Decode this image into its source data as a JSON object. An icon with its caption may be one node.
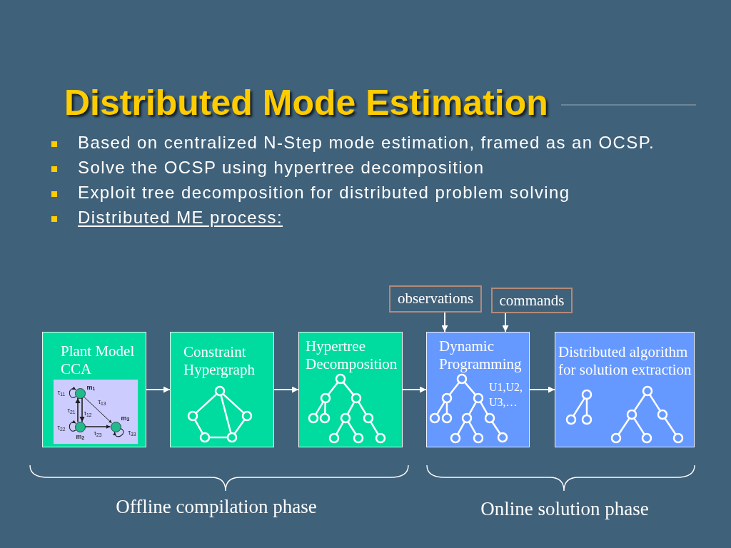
{
  "diagram": {
    "title": "Distributed Mode Estimation",
    "nodes": [
      {
        "text": [
          "Plant Model CCA"
        ]
      },
      {
        "text": [],
        "shape": "circle",
        "beside": [
          "m$_{1}$"
        ],
        "in": 0
      },
      {
        "text": [],
        "shape": "circle",
        "beside": [
          "m$_{2}$"
        ],
        "in": 0
      },
      {
        "text": [],
        "shape": "circle",
        "beside": [
          "m$_{3}$"
        ],
        "in": 0
      },
      {
        "text": [
          "Constraint Hypergraph"
        ]
      },
      {
        "text": [
          "Hypertree Decomposition"
        ]
      },
      {
        "text": [
          "observations"
        ]
      },
      {
        "text": [
          "commands"
        ]
      },
      {
        "text": [
          "Dynamic Programming",
          "U1,U2, U3,…"
        ]
      },
      {
        "text": [
          "Distributed algorithm for solution extraction"
        ]
      }
    ],
    "edges": [
      {
        "from": 1,
        "to": 1,
        "arrow": "to",
        "label": "τ$_{11}$"
      },
      {
        "from": 2,
        "to": 1,
        "arrow": "to",
        "label": "τ$_{21}$"
      },
      {
        "from": 1,
        "to": 2,
        "arrow": "to",
        "label": "τ$_{12}$"
      },
      {
        "from": 1,
        "to": 3,
        "arrow": "to",
        "label": "τ$_{13}$"
      },
      {
        "from": 2,
        "to": 2,
        "arrow": "to",
        "label": "τ$_{22}$"
      },
      {
        "from": 2,
        "to": 3,
        "arrow": "to",
        "label": "τ$_{23}$"
      },
      {
        "from": 3,
        "to": 3,
        "arrow": "to",
        "label": "τ$_{33}$"
      },
      {
        "from": 0,
        "to": 4,
        "arrow": "to",
        "color": "#ffffff"
      },
      {
        "from": 4,
        "to": 5,
        "arrow": "to",
        "color": "#ffffff"
      },
      {
        "from": 5,
        "to": 8,
        "arrow": "to",
        "color": "#ffffff"
      },
      {
        "from": 6,
        "to": 8,
        "arrow": "to",
        "color": "#ffffff"
      },
      {
        "from": 7,
        "to": 8,
        "arrow": "to",
        "color": "#ffffff"
      },
      {
        "from": 8,
        "to": 9,
        "arrow": "to",
        "color": "#ffffff"
      }
    ],
    "labels": [
      "Based on centralized N-Step mode estimation, framed as an OCSP.",
      "Solve the OCSP using hypertree decomposition",
      "Exploit tree decomposition for distributed problem solving",
      "Distributed ME process:",
      "Offline compilation phase",
      "Online solution phase"
    ]
  }
}
